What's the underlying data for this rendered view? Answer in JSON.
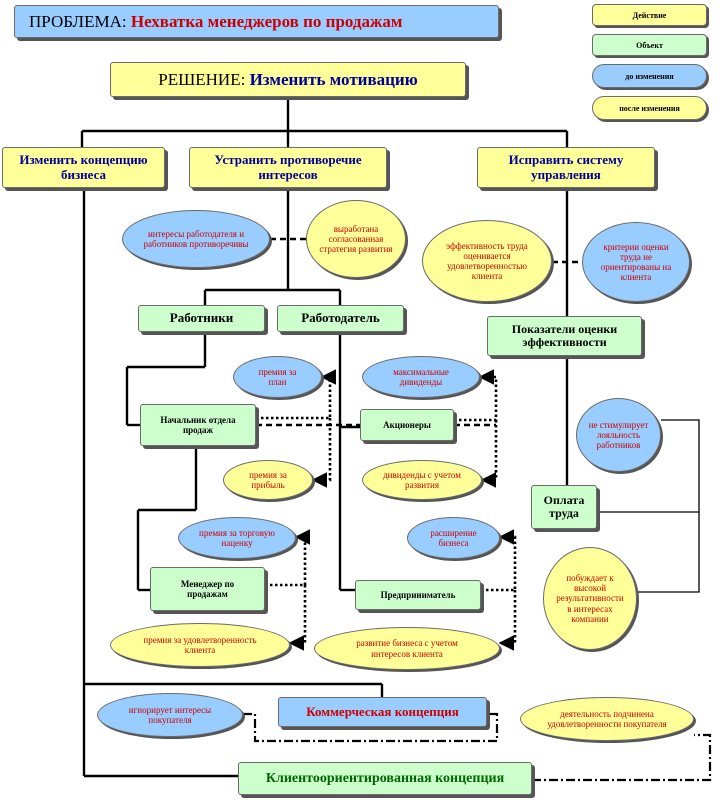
{
  "problem": {
    "label": "ПРОБЛЕМА: ",
    "text": "Нехватка менеджеров по продажам"
  },
  "solution": {
    "label": "РЕШЕНИЕ: ",
    "text": "Изменить мотивацию"
  },
  "legend": {
    "action": "Действие",
    "object": "Объект",
    "before": "до изменения",
    "after": "после изменения"
  },
  "branches": {
    "concept": "Изменить концепцию бизнеса",
    "conflict": "Устранить противоречие интересов",
    "management": "Исправить систему управления"
  },
  "conflict_before": "интересы работодателя и работников противоречивы",
  "conflict_after": "выработана согласованная стратегия развития",
  "efficiency_after": "эффективность труда оценивается удовлетворенностью клиента",
  "efficiency_before": "критерии оценки труда не ориентированы на клиента",
  "workers": "Работники",
  "employer": "Работодатель",
  "indicators": "Показатели оценки эффективности",
  "plan_bonus": "премия за план",
  "max_dividends": "максимальные дивиденды",
  "sales_head": "Начальник отдела продаж",
  "shareholders": "Акционеры",
  "no_loyalty": "не стимулирует лояльность работников",
  "profit_bonus": "премия за прибыль",
  "dev_dividends": "дивиденды с учетом развития",
  "payment": "Оплата труда",
  "markup_bonus": "премия за торговую наценку",
  "expansion": "расширение бизнеса",
  "sales_manager": "Менеджер по продажам",
  "entrepreneur": "Предприниматель",
  "motivates": "побуждает к высокой результативности в интересах компании",
  "satisfaction_bonus": "премия за удовлетворенность клиента",
  "dev_with_client": "развитие бизнеса с учетом интересов клиента",
  "ignores": "игнорирует интересы покупателя",
  "commercial": "Коммерческая концепция",
  "subordinate": "деятельность подчинена удовлетворенности покупателя",
  "client_oriented": "Клиентоориентированная концепция"
}
